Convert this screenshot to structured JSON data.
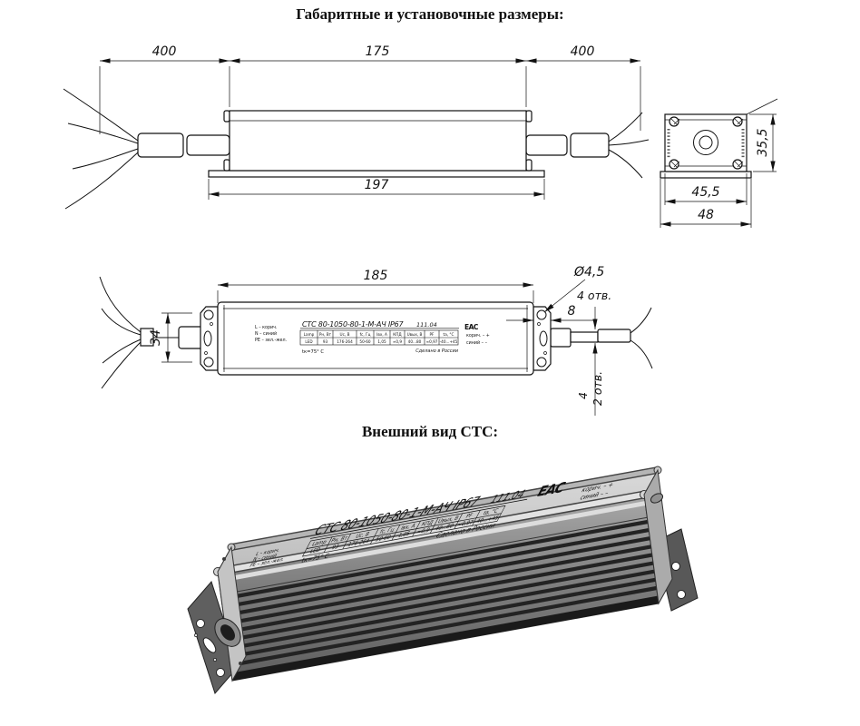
{
  "titles": {
    "dimensions": "Габаритные и установочные размеры:",
    "appearance": "Внешний вид СТС:"
  },
  "side_view": {
    "dim_cable_left": "400",
    "dim_body": "175",
    "dim_cable_right": "400",
    "dim_base": "197"
  },
  "end_view": {
    "dim_height": "35,5",
    "dim_width_inner": "45,5",
    "dim_width_outer": "48"
  },
  "top_view": {
    "dim_length": "185",
    "dim_width": "34",
    "dim_hole_dia": "Ø4,5",
    "dim_hole_count": "4 отв.",
    "dim_hole_offset": "8",
    "dim_wire": "4",
    "dim_wire_count": "2 отв."
  },
  "label": {
    "model": "СТС 80-1050-80-1-М-АЧ IP67",
    "rev": "111.04",
    "eac": "ЕАС",
    "wiring_l": "L – корич.",
    "wiring_n": "N – синий",
    "wiring_pe": "PE – зел.-жел.",
    "polarity_plus": "корич. – +",
    "polarity_minus": "синий – –",
    "tc_note": "tк=75° C",
    "made_in": "Сделано в России",
    "table": {
      "headers": [
        "Lamp",
        "Pн, Вт",
        "Uс, В",
        "fс, Гц",
        "Iвх, А",
        "КПД",
        "Uвых, В",
        "PF",
        "tа, °С"
      ],
      "values": [
        "LED",
        "93",
        "176-264",
        "50-60",
        "1,05",
        "≈0,9",
        "40...80",
        "≈0,97",
        "-40...+45"
      ]
    }
  }
}
